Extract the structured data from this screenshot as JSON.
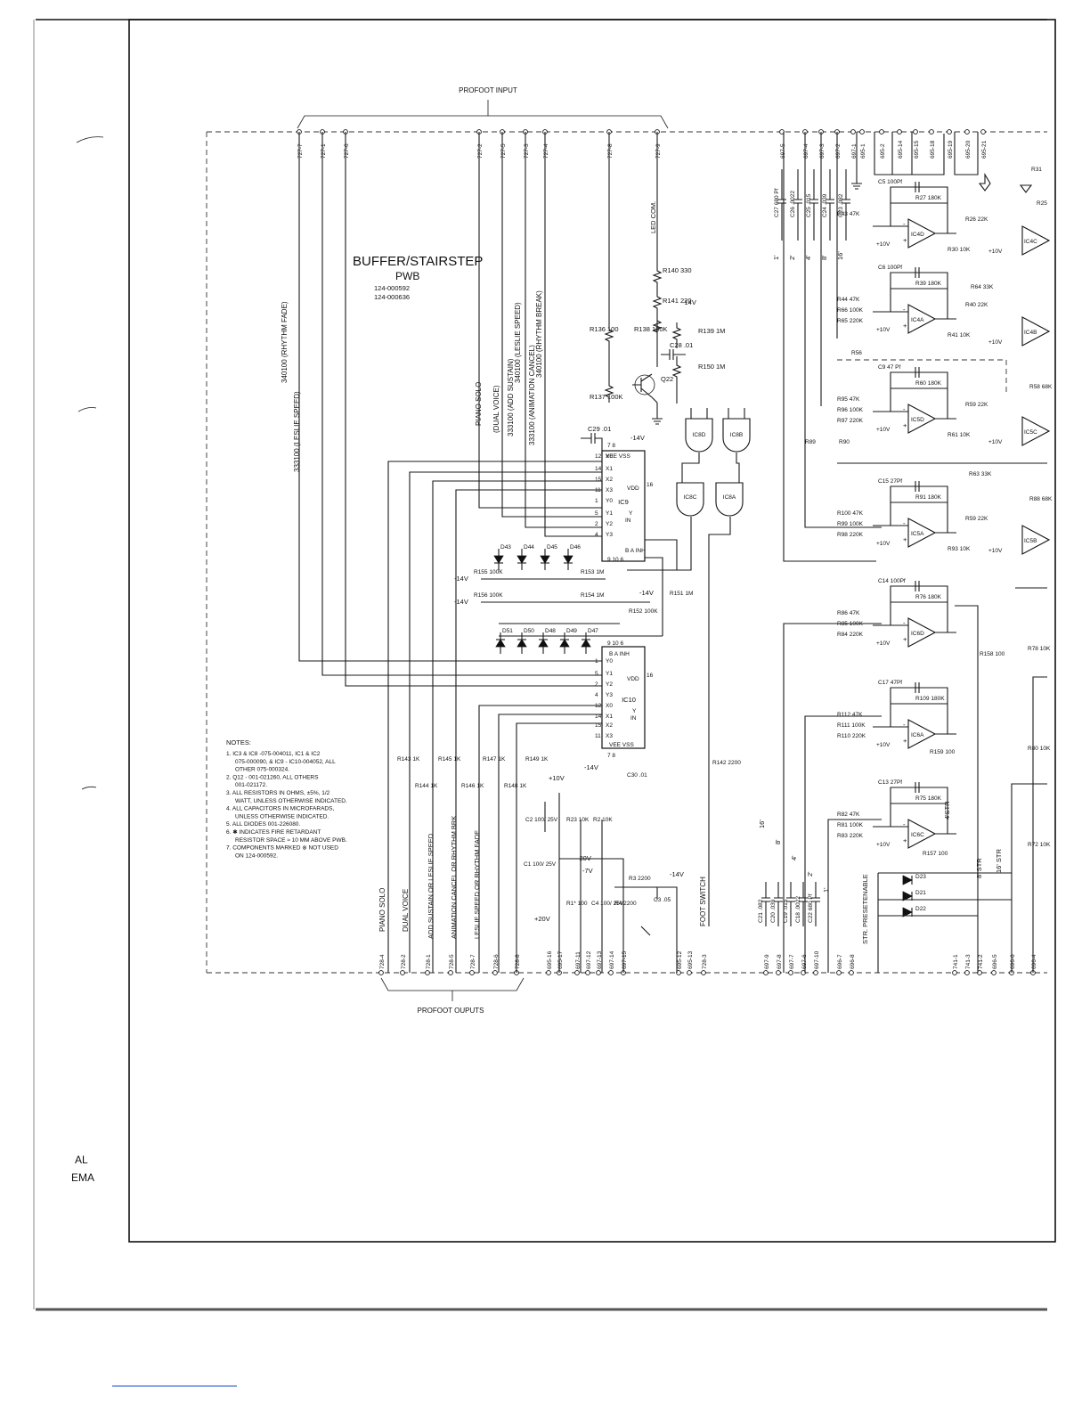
{
  "title": {
    "main": "BUFFER/STAIRSTEP",
    "sub": "PWB",
    "part1": "124-000592",
    "part2": "124-000636"
  },
  "headers": {
    "input": "PROFOOT INPUT",
    "output": "PROFOOT OUPUTS"
  },
  "margin_text": {
    "a": "AL",
    "b": "EMA"
  },
  "top_pins": [
    "727-7",
    "727-1",
    "727-6",
    "727-2",
    "727-5",
    "727-3",
    "727-4",
    "727-8",
    "727-9",
    "697-5",
    "697-4",
    "697-3",
    "697-2",
    "697-1",
    "695-1",
    "695-2",
    "695-14",
    "695-15",
    "695-18",
    "695-19",
    "695-20",
    "695-21"
  ],
  "bottom_pins": [
    "728-4",
    "728-2",
    "728-1",
    "728-5",
    "728-7",
    "728-6",
    "728-8",
    "695-16",
    "695-17",
    "697-11",
    "697-12",
    "697-13",
    "697-14",
    "697-15",
    "695-12",
    "695-13",
    "728-3",
    "697-9",
    "697-8",
    "697-7",
    "697-6",
    "697-10",
    "696-7",
    "696-8",
    "741-1",
    "741-3",
    "741-2",
    "696-5",
    "696-6",
    "696-4"
  ],
  "signal_labels_top": [
    "333100 (LESLIE SPEED)",
    "340100 (RHYTHM FADE)",
    "PIANO SOLO",
    "(DUAL VOICE)",
    "333100 (ADD SUSTAIN)",
    "340100 (LESLIE SPEED)",
    "333100 (ANIMATION CANCEL)",
    "340100 (RHYTHM BREAK)",
    "LED COM."
  ],
  "signal_labels_bottom": [
    "PIANO SOLO",
    "DUAL VOICE",
    "ADD SUSTAIN OR LESLIE SPEED",
    "ANIMATION CANCEL OR RHYTHM BRK",
    "LESLIE SPEED OR RHYTHM FADE",
    "FOOT SWITCH",
    "STR. PRESETENABLE",
    "4'STR",
    "8' STR",
    "16' STR"
  ],
  "caps_top": [
    "C27 680 Pf",
    "C26 .0022",
    "C25 .015",
    "C24 .039",
    "C23 .082"
  ],
  "caps_bottom": [
    "C21 .082",
    "C20 .039",
    "C19 .015",
    "C18 .0022",
    "C22 680 Pf"
  ],
  "footages": [
    "1'",
    "2'",
    "4'",
    "8'",
    "16'"
  ],
  "components": {
    "ic9": "IC9",
    "ic10": "IC10",
    "ic8d": "IC8D",
    "ic8b": "IC8B",
    "ic8c": "IC8C",
    "ic8a": "IC8A",
    "ic4d": "IC4D",
    "ic4a": "IC4A",
    "ic5d": "IC5D",
    "ic5a": "IC5A",
    "ic6d": "IC6D",
    "ic6a": "IC6A",
    "ic6c": "IC6C",
    "ic4c": "IC4C",
    "ic4b": "IC4B",
    "ic5c": "IC5C",
    "ic5b": "IC5B",
    "q22": "Q22",
    "r140": "R140 330",
    "r141": "R141 220",
    "r136": "R136 100",
    "r138": "R138 100K",
    "r139": "R139 1M",
    "r150": "R150 1M",
    "r137": "R137 100K",
    "c28": "C28 .01",
    "c29": "C29 .01",
    "c30": "C30 .01",
    "r155": "R155 100K",
    "r156": "R156 100K",
    "r153": "R153 1M",
    "r154": "R154 1M",
    "r152": "R152 100K",
    "r151": "R151 1M",
    "r143": "R143 1K",
    "r144": "R144 1K",
    "r145": "R145 1K",
    "r146": "R146 1K",
    "r147": "R147 1K",
    "r148": "R148 1K",
    "r149": "R149 1K",
    "r142": "R142 2200",
    "c2": "C2 100/ 25V",
    "c1": "C1 100/ 25V",
    "r23": "R23 10K",
    "r2": "R2 10K",
    "r1": "R1* 100",
    "c4": "C4 100/ 25V",
    "r3": "R3 2200",
    "r4": "R4 2200",
    "c3": "C3 .05",
    "c5": "C5 100Pf",
    "r27": "R27 180K",
    "r43": "R43 47K",
    "r26": "R26 22K",
    "r30": "R30 10K",
    "c6": "C6 100Pf",
    "r39": "R39 180K",
    "r44": "R44 47K",
    "r66": "R66 100K",
    "r65": "R65 220K",
    "r64": "R64 33K",
    "r40": "R40 22K",
    "r41": "R41 10K",
    "r56": "R56",
    "c9": "C9 47 Pf",
    "r60": "R60 180K",
    "r95": "R95 47K",
    "r96": "R96 100K",
    "r97": "R97 220K",
    "r58": "R58 68K",
    "r59a": "R59 22K",
    "r61": "R61 10K",
    "r89": "R89",
    "r90": "R90",
    "c15": "C15 27Pf",
    "r91": "R91 180K",
    "r63": "R63 33K",
    "r88": "R88 68K",
    "r100": "R100 47K",
    "r99": "R99 100K",
    "r98": "R98 220K",
    "r59b": "R59 22K",
    "r93": "R93 10K",
    "c14": "C14 100Pf",
    "r76": "R76 180K",
    "r86": "R86 47K",
    "r85": "R85 100K",
    "r84": "R84 220K",
    "r158": "R158 100",
    "r78": "R78 10K",
    "c17": "C17 47Pf",
    "r109": "R109 180K",
    "r112": "R112 47K",
    "r111": "R111 100K",
    "r110": "R110 220K",
    "r159": "R159 100",
    "r80": "R80 10K",
    "c13": "C13 27Pf",
    "r75": "R75 180K",
    "r82": "R82 47K",
    "r81": "R81 100K",
    "r83": "R83 220K",
    "r157": "R157 100",
    "r72": "R72 10K",
    "r31": "R31",
    "r25": "R25",
    "d_top": [
      "D43",
      "D44",
      "D45",
      "D46"
    ],
    "d_bot": [
      "D51",
      "D50",
      "D48",
      "D49",
      "D47"
    ],
    "d_str": [
      "D23",
      "D21",
      "D22"
    ]
  },
  "supplies": {
    "m14": "-14V",
    "p10": "+10V",
    "m20": "-20V",
    "m7": "-7V",
    "p20": "+20V"
  },
  "notes": {
    "heading": "NOTES:",
    "items": [
      "1. IC3 & IC8 -075-004011, IC1 & IC2",
      "075-000090, & IC9 - IC10-004052, ALL",
      "OTHER 075-000324.",
      "2. Q12 - 001-021260, ALL OTHERS",
      "001-021172.",
      "3. ALL RESISTORS IN OHMS, ±5%, 1/2",
      "WATT, UNLESS OTHERWISE INDICATED.",
      "4. ALL CAPACITORS IN MICROFARADS,",
      "UNLESS OTHERWISE INDICATED.",
      "5. ALL DIODES 001-226080.",
      "6. ✱ INDICATES FIRE RETARDANT",
      "RESISTOR SPACE ≈ 10 MM ABOVE PWB.",
      "7. COMPONENTS MARKED ⊗ NOT USED",
      "ON 124-000592."
    ]
  }
}
